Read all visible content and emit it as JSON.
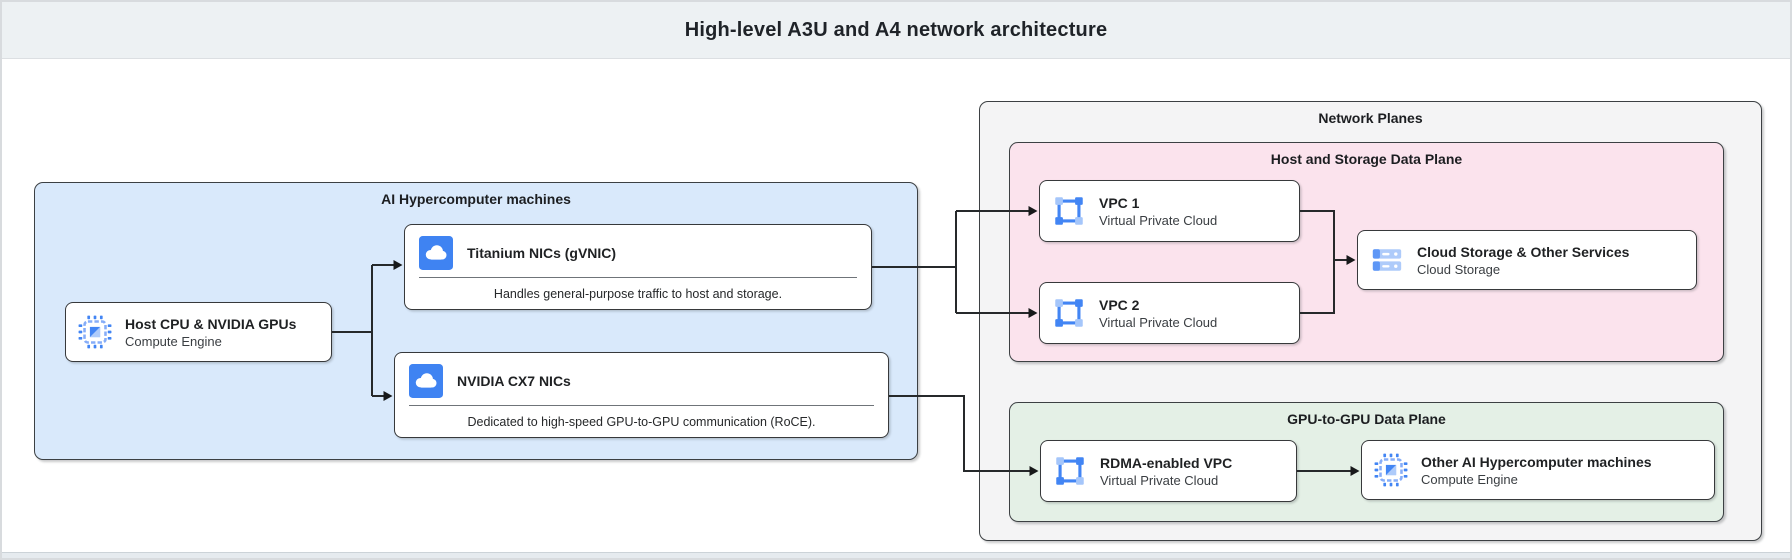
{
  "page": {
    "title": "High-level A3U and A4 network architecture"
  },
  "colors": {
    "accent_blue": "#4285f4",
    "light_blue_fill": "#d9e9fb",
    "gray_fill": "#f4f4f5",
    "pink_fill": "#fbe3ed",
    "green_fill": "#e4f0e6",
    "header_fill": "#edf1f3",
    "border_dark": "#3c4043"
  },
  "groups": {
    "ai_machines": {
      "label": "AI Hypercomputer machines"
    },
    "network_planes": {
      "label": "Network Planes"
    },
    "host_storage_plane": {
      "label": "Host and Storage Data Plane"
    },
    "gpu_plane": {
      "label": "GPU-to-GPU Data Plane"
    }
  },
  "nodes": {
    "host_cpu": {
      "title": "Host CPU & NVIDIA GPUs",
      "subtitle": "Compute Engine",
      "icon": "compute-engine-icon"
    },
    "titanium_nic": {
      "title": "Titanium NICs (gVNIC)",
      "description": "Handles general-purpose traffic to host and storage.",
      "icon": "cloud-nic-icon"
    },
    "cx7_nic": {
      "title": "NVIDIA CX7 NICs",
      "description": "Dedicated to high-speed GPU-to-GPU communication (RoCE).",
      "icon": "cloud-nic-icon"
    },
    "vpc1": {
      "title": "VPC 1",
      "subtitle": "Virtual Private Cloud",
      "icon": "vpc-icon"
    },
    "vpc2": {
      "title": "VPC 2",
      "subtitle": "Virtual Private Cloud",
      "icon": "vpc-icon"
    },
    "cloud_storage": {
      "title": "Cloud Storage & Other Services",
      "subtitle": "Cloud Storage",
      "icon": "cloud-storage-icon"
    },
    "rdma_vpc": {
      "title": "RDMA-enabled VPC",
      "subtitle": "Virtual Private Cloud",
      "icon": "vpc-icon"
    },
    "other_machines": {
      "title": "Other AI Hypercomputer machines",
      "subtitle": "Compute Engine",
      "icon": "compute-engine-icon"
    }
  }
}
